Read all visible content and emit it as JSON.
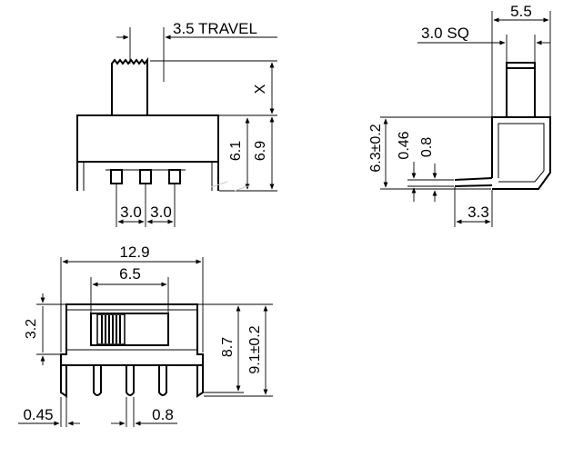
{
  "colors": {
    "line": "#000000",
    "background": "#ffffff",
    "watermark": "#c8c8c8"
  },
  "front_view": {
    "travel": "3.5 TRAVEL",
    "x": "X",
    "height_short": "6.1",
    "height_total": "6.9",
    "pitch_left": "3.0",
    "pitch_right": "3.0"
  },
  "side_view": {
    "body_width": "5.5",
    "actuator": "3.0 SQ",
    "height": "6.3±0.2",
    "pin_thickness": "0.46",
    "pin_offset": "0.8",
    "pin_length": "3.3"
  },
  "top_view": {
    "overall_length": "12.9",
    "slot_length": "6.5",
    "body_height": "3.2",
    "depth_inner": "8.7",
    "depth_total": "9.1±0.2",
    "pin_width": "0.45",
    "pin_spacing": "0.8"
  }
}
